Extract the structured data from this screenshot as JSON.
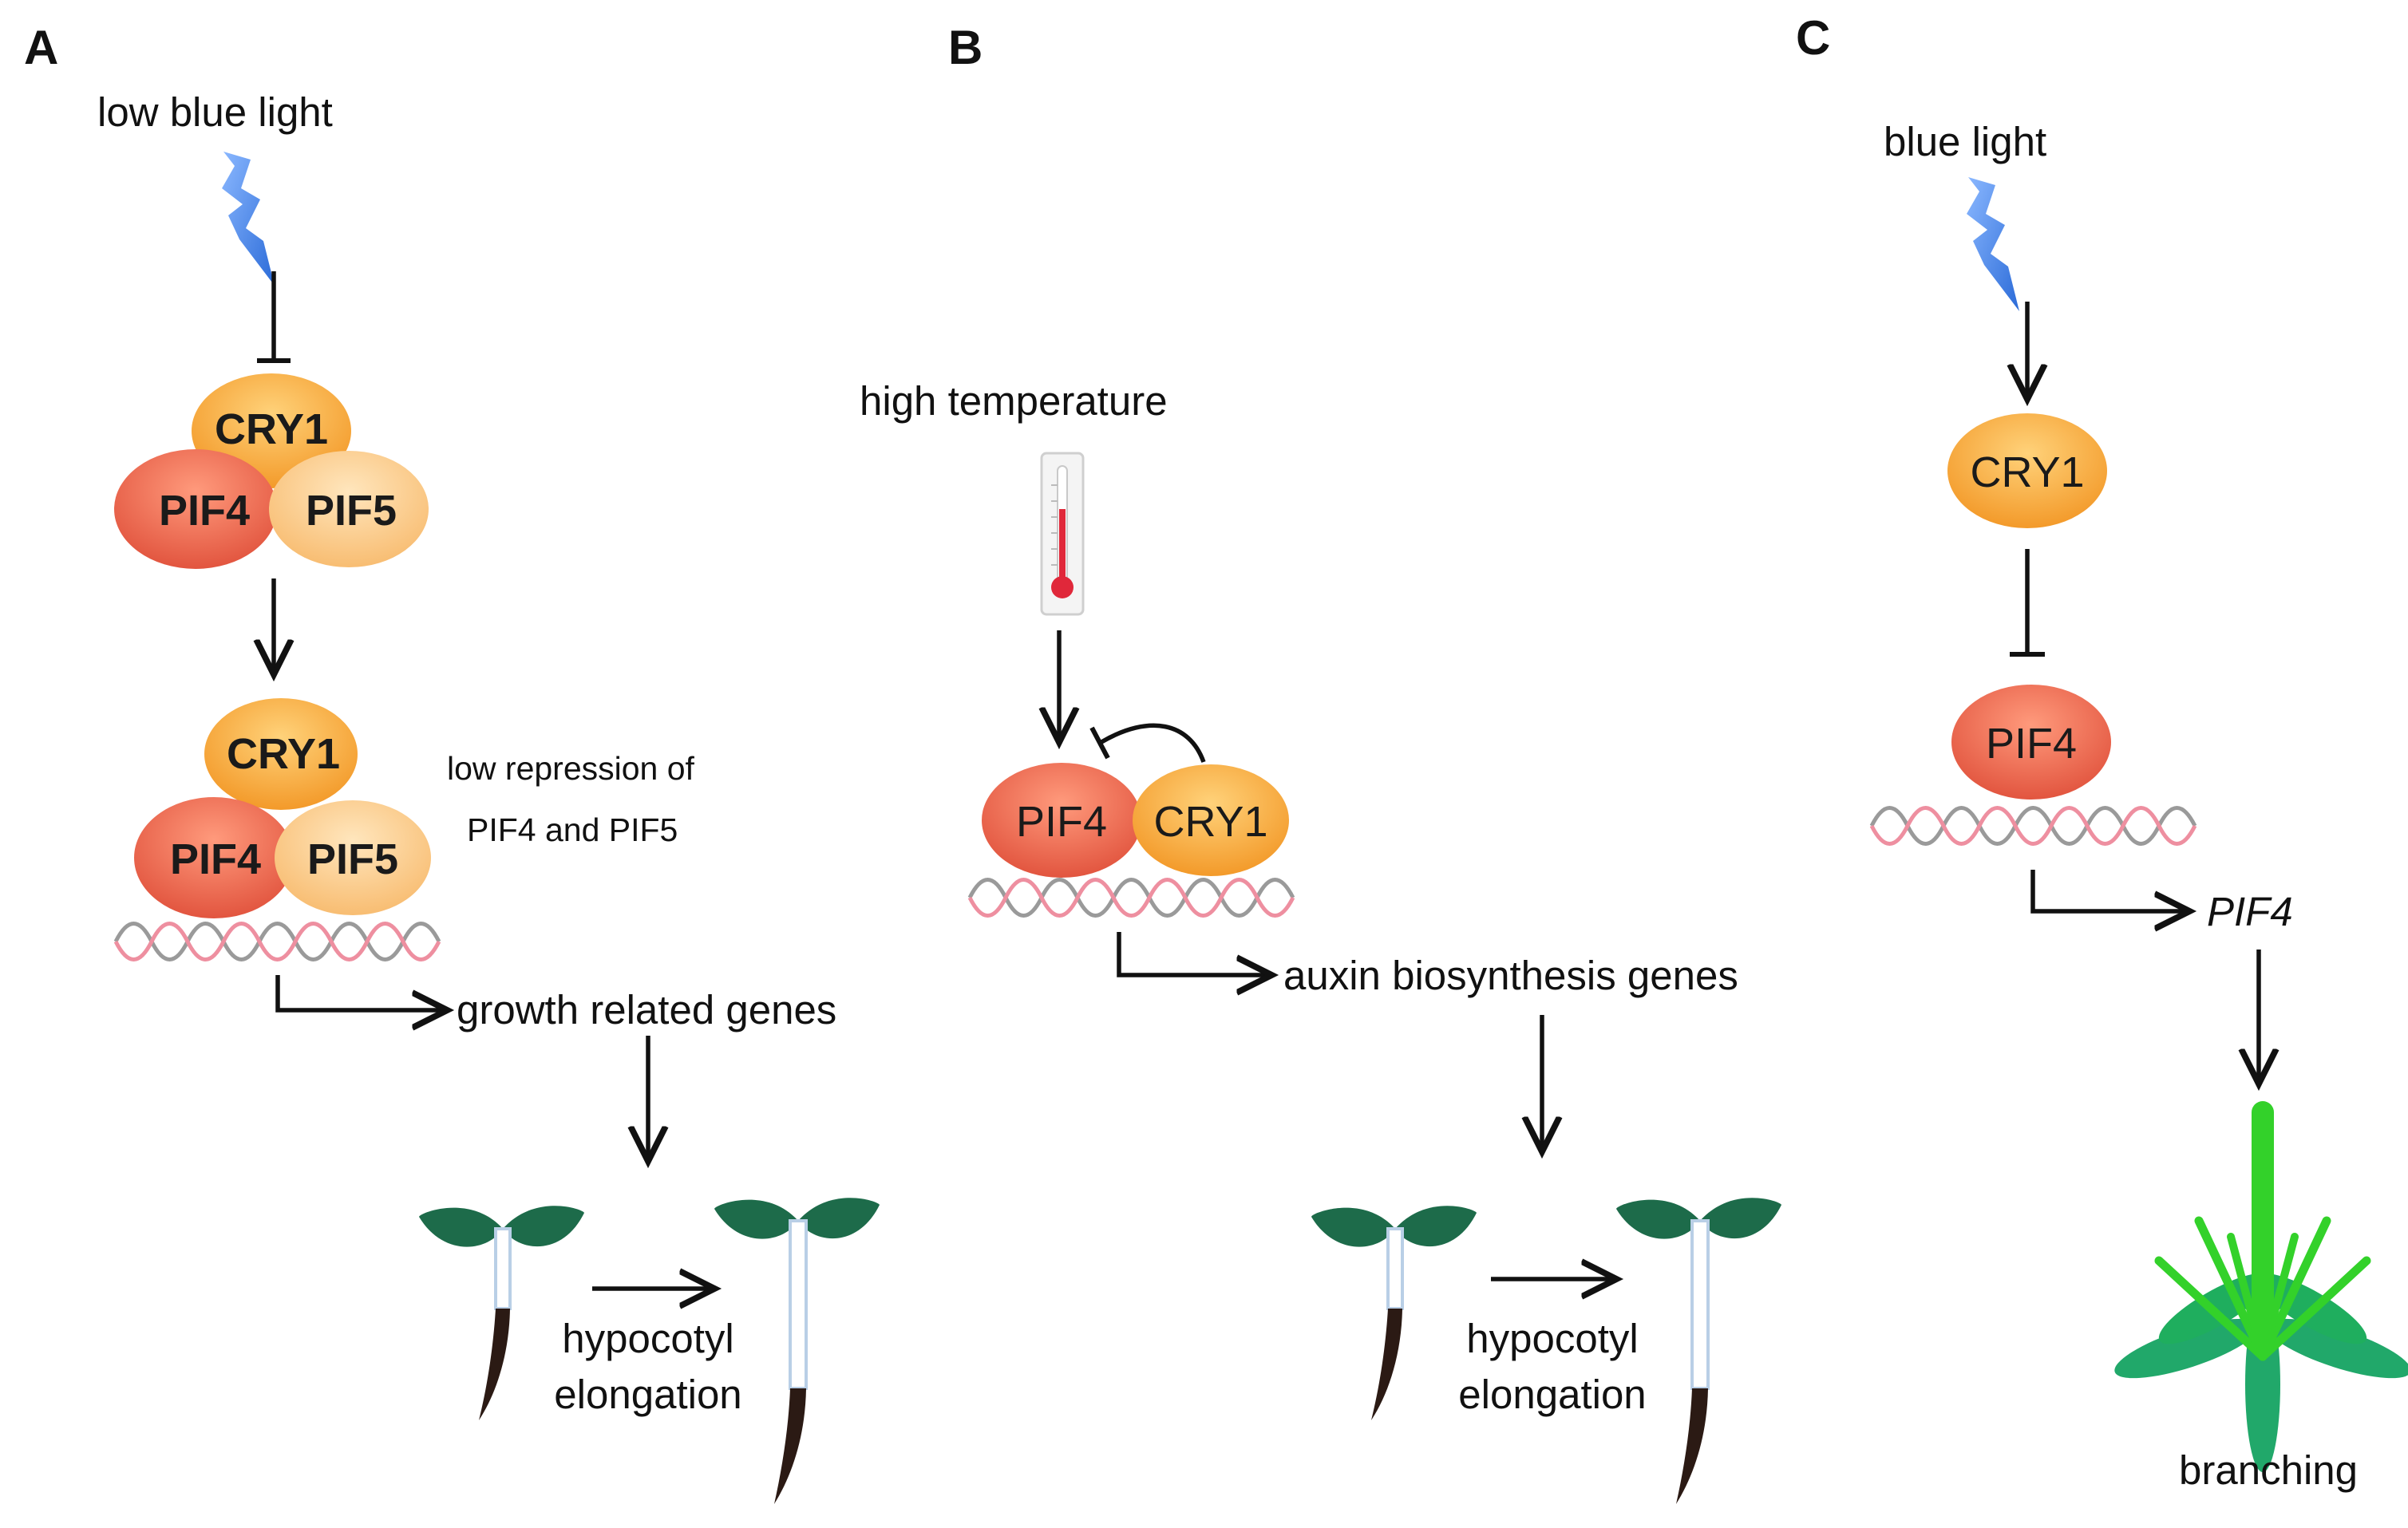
{
  "panels": {
    "a": {
      "letter": "A",
      "stimulus": "low blue light",
      "top_complex": {
        "cry": "CRY1",
        "pif4": "PIF4",
        "pif5": "PIF5"
      },
      "bound_complex": {
        "cry": "CRY1",
        "pif4": "PIF4",
        "pif5": "PIF5"
      },
      "note_line1": "low repression of",
      "note_line2": "PIF4 and PIF5",
      "target": "growth related genes",
      "outcome_line1": "hypocotyl",
      "outcome_line2": "elongation"
    },
    "b": {
      "letter": "B",
      "stimulus": "high temperature",
      "complex": {
        "pif4": "PIF4",
        "cry": "CRY1"
      },
      "target": "auxin biosynthesis genes",
      "outcome_line1": "hypocotyl",
      "outcome_line2": "elongation"
    },
    "c": {
      "letter": "C",
      "stimulus": "blue light",
      "cry": "CRY1",
      "pif": "PIF4",
      "target": "PIF4",
      "outcome": "branching"
    }
  },
  "colors": {
    "cry": "#f6a93b",
    "pif4": "#ec6a56",
    "pif5": "#fbd08f",
    "lightning": "#3a7de0",
    "dna_pink": "#ee8fa0",
    "dna_gray": "#9a9a9a",
    "leaf": "#1d6b4a",
    "stem": "#b9cfe6",
    "root": "#2b1a14",
    "branch_light": "#33d12a",
    "branch_dark": "#21a86a",
    "thermo_red": "#e0283a"
  },
  "icons": {
    "lightning": "lightning-icon",
    "thermometer": "thermometer-icon",
    "seedling": "seedling-icon",
    "branching_plant": "branching-plant-icon"
  }
}
